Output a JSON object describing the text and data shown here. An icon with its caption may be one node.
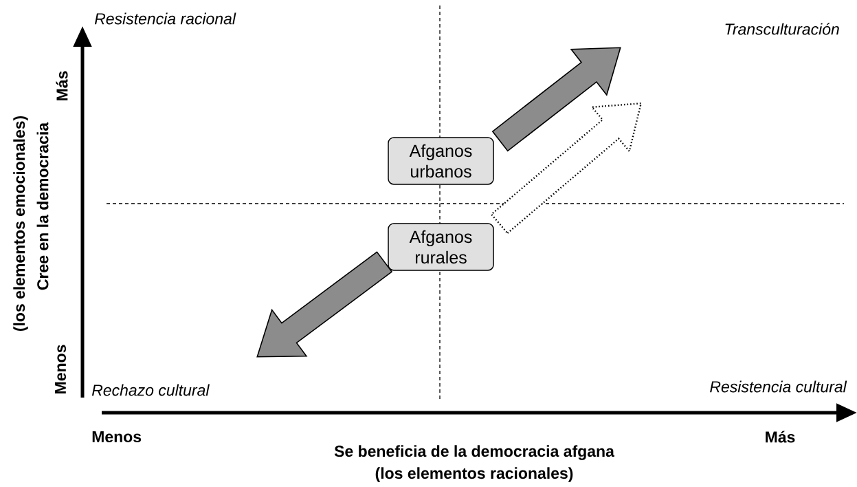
{
  "diagram": {
    "nodes": [
      {
        "text": [
          "Afganos urbanos"
        ]
      },
      {
        "text": [
          "Afganos rurales"
        ]
      }
    ],
    "edges": [
      {
        "from": 0,
        "to": null,
        "arrow": "to"
      },
      {
        "from": 1,
        "to": null,
        "arrow": "to"
      },
      {
        "from": 1,
        "to": null,
        "arrow": "to",
        "style": "dashed"
      }
    ],
    "labels": [
      "Resistencia racional",
      "Transculturación",
      "Más",
      "(los elementos emocionales)",
      "Cree en la democracia",
      "Menos",
      "Rechazo cultural",
      "Resistencia cultural",
      "Menos",
      "Más",
      "Se beneficia de la democracia afgana",
      "(los elementos racionales)"
    ]
  }
}
